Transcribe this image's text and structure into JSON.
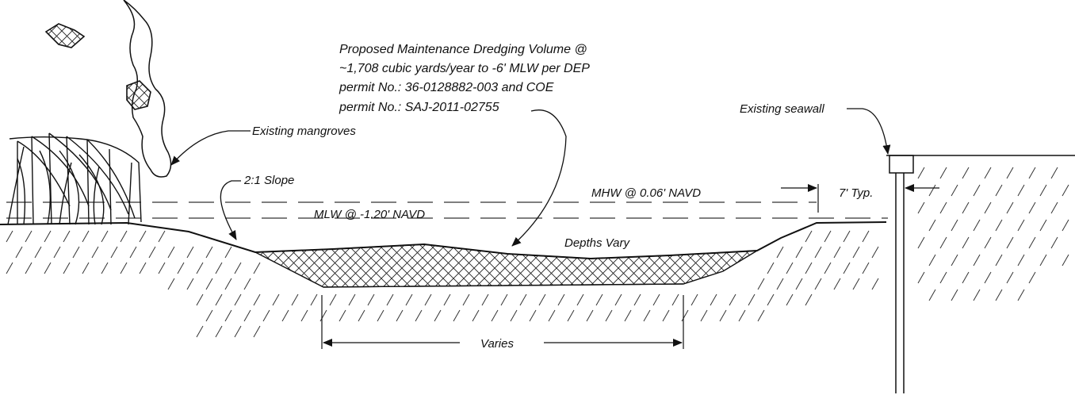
{
  "dredge_note": {
    "lines": [
      "Proposed Maintenance Dredging  Volume @",
      "~1,708 cubic yards/year to -6' MLW per DEP",
      "permit No.: 36-0128882-003 and COE",
      "permit No.: SAJ-2011-02755"
    ]
  },
  "labels": {
    "existing_mangroves": "Existing mangroves",
    "existing_seawall": "Existing seawall",
    "slope": "2:1 Slope",
    "mhw": "MHW @ 0.06' NAVD",
    "mlw": "MLW @ -1.20' NAVD",
    "seawall_offset": "7' Typ.",
    "depths_vary": "Depths Vary",
    "width_varies": "Varies"
  }
}
